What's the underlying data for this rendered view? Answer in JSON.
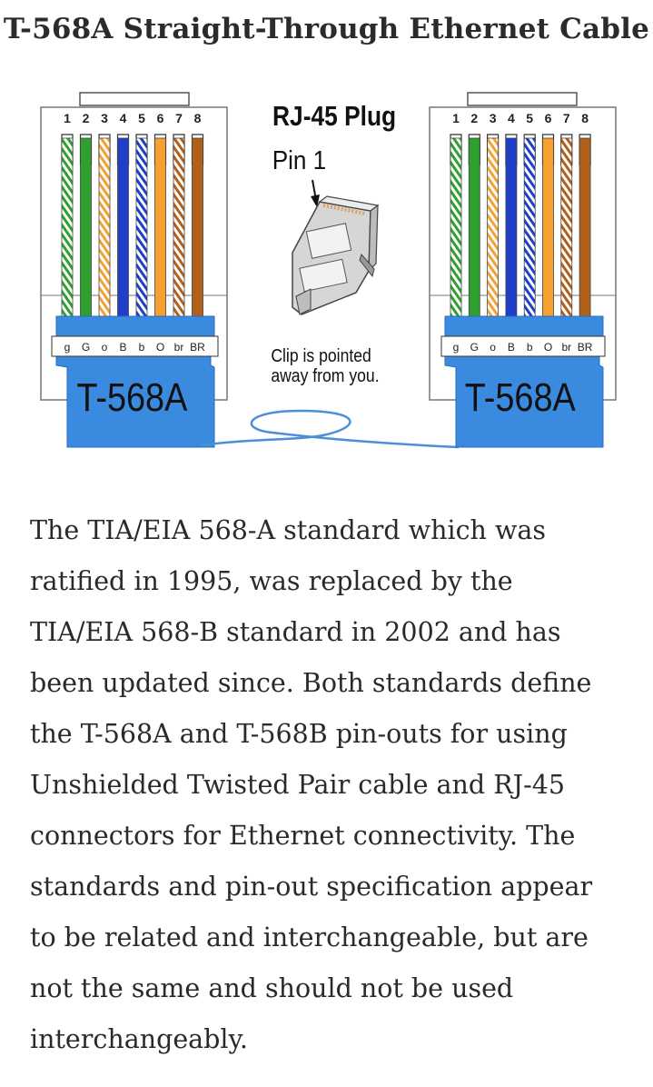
{
  "title": "T-568A Straight-Through Ethernet Cable",
  "diagram": {
    "pin_numbers": [
      "1",
      "2",
      "3",
      "4",
      "5",
      "6",
      "7",
      "8"
    ],
    "color_codes": [
      "g",
      "G",
      "o",
      "B",
      "b",
      "O",
      "br",
      "BR"
    ],
    "left_connector_label": "T-568A",
    "right_connector_label": "T-568A",
    "plug_title": "RJ-45 Plug",
    "pin1_label": "Pin 1",
    "clip_note_line1": "Clip is pointed",
    "clip_note_line2": "away from you.",
    "wire_colors": {
      "green": "#2fa02f",
      "orange": "#f5a030",
      "blue": "#1f3fc8",
      "brown": "#b0601a",
      "white": "#ffffff"
    },
    "boot_color": "#3a8be0",
    "cable_color": "#4b8fd8"
  },
  "paragraph_lines": [
    "The TIA/EIA 568-A standard which was",
    "ratified in 1995, was replaced by the",
    "TIA/EIA 568-B standard in 2002 and has",
    "been updated since. Both standards define",
    "the T-568A and T-568B pin-outs for using",
    "Unshielded Twisted Pair cable and RJ-45",
    "connectors for Ethernet connectivity. The",
    "standards and pin-out specification appear",
    "to be related and interchangeable, but are",
    "not the same and should not be used",
    "interchangeably."
  ]
}
